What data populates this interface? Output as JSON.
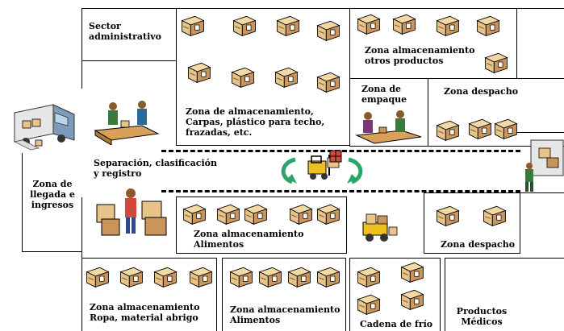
{
  "labels": {
    "sector_administrativo": "Sector\nadministrativo",
    "zona_almacenamiento_carpas": "Zona de almacenamiento,\nCarpas, plástico para techo,\nfrazadas, etc.",
    "zona_almacenamiento_otros": "Zona almacenamiento\notros productos",
    "zona_empaque": "Zona de\nempaque",
    "zona_despacho_top": "Zona despacho",
    "separacion": "Separación, clasificación\ny registro",
    "zona_llegada": "Zona de\nllegada e\ningresos",
    "zona_almacenamiento_alimentos_mid": "Zona almacenamiento\nAlimentos",
    "zona_despacho_mid": "Zona despacho",
    "zona_almacenamiento_ropa": "Zona almacenamiento\nRopa, material abrigo",
    "zona_almacenamiento_alimentos_bottom": "Zona almacenamiento\nAlimentos",
    "cadena_frio": "Cadena de frío",
    "productos_medicos": "Productos\nMédicos"
  },
  "icons": [
    "box-icon",
    "truck-icon",
    "workers-icon",
    "forklift-icon",
    "cycle-arrow-icon",
    "pallet-icon",
    "loader-icon"
  ],
  "colors": {
    "box": "#e8c48a",
    "box_dark": "#b07a3a",
    "arrow": "#2aa66a",
    "truck": "#5d7fa0",
    "ink": "#000000"
  }
}
